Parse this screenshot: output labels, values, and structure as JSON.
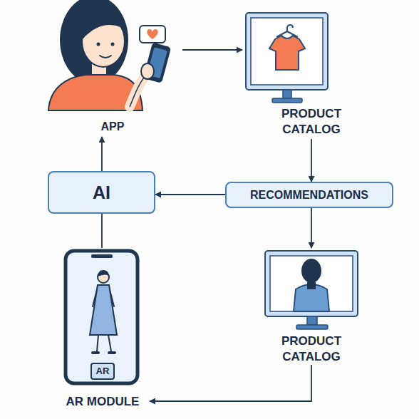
{
  "diagram": {
    "nodes": [
      {
        "text": [
          "APP"
        ]
      },
      {
        "text": [
          "PRODUCT CATALOG"
        ]
      },
      {
        "text": [
          "RECOMMENDATIONS"
        ]
      },
      {
        "text": [
          "AI"
        ]
      },
      {
        "text": [
          "PRODUCT CATALOG"
        ]
      },
      {
        "text": [
          "AR",
          "AR MODULE"
        ]
      }
    ],
    "edges": [
      {
        "from": 0,
        "to": 1,
        "arrow": "to"
      },
      {
        "from": 1,
        "to": 2,
        "arrow": "to"
      },
      {
        "from": 2,
        "to": 3,
        "arrow": "to"
      },
      {
        "from": 2,
        "to": 4,
        "arrow": "to"
      },
      {
        "from": 4,
        "to": 5,
        "arrow": "to"
      },
      {
        "from": 5,
        "to": 3,
        "arrow": "none"
      },
      {
        "from": 3,
        "to": 0,
        "arrow": "to"
      }
    ]
  }
}
